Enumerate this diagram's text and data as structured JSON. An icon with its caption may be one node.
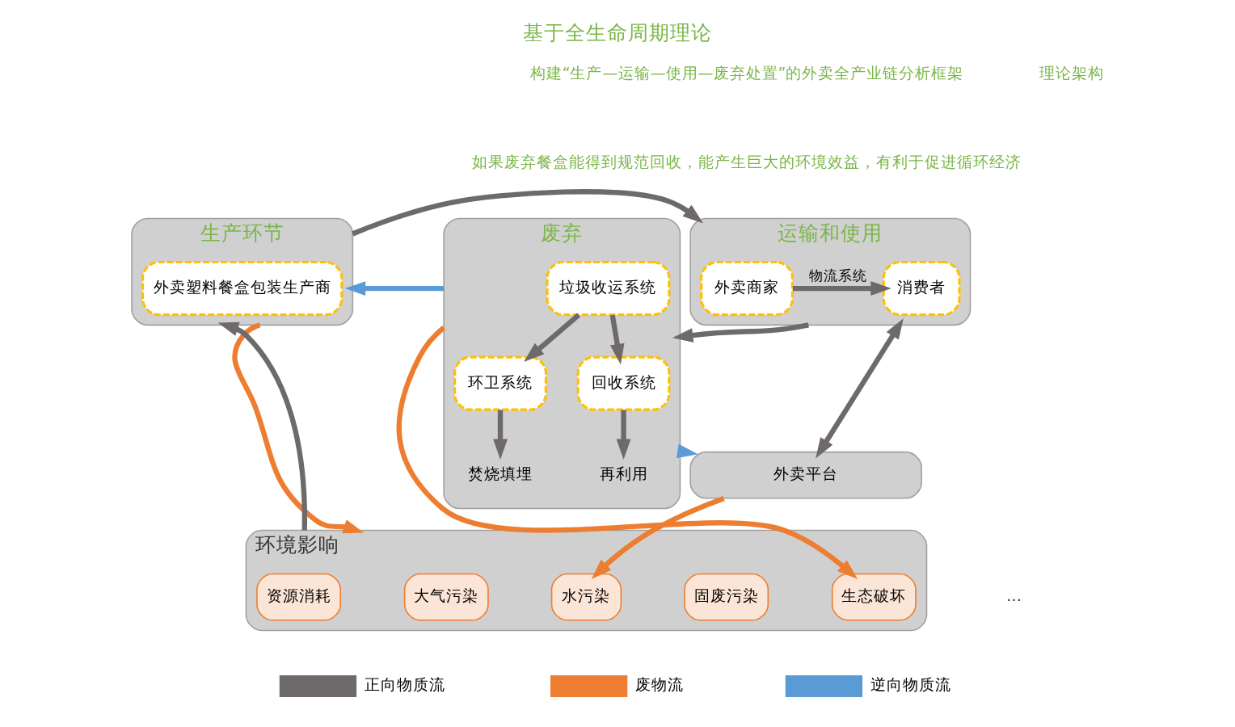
{
  "diagram": {
    "title": "基于全生命周期理论",
    "nodes": [
      {
        "text": [
          "生产环节"
        ]
      },
      {
        "text": [
          "外卖塑料餐盒包装生产商"
        ],
        "in": 0
      },
      {
        "text": [
          "运输和使用"
        ]
      },
      {
        "text": [
          "外卖商家"
        ],
        "in": 2
      },
      {
        "text": [
          "消费者"
        ],
        "in": 2
      },
      {
        "text": [
          "外卖平台"
        ]
      },
      {
        "text": [
          "废弃"
        ]
      },
      {
        "text": [
          "垃圾收运系统"
        ],
        "in": 6
      },
      {
        "text": [
          "环卫系统"
        ],
        "in": 6
      },
      {
        "text": [
          "回收系统"
        ],
        "in": 6
      },
      {
        "text": [
          "焚烧填埋"
        ],
        "in": 6
      },
      {
        "text": [
          "再利用"
        ],
        "in": 6
      },
      {
        "text": [
          "环境影响"
        ]
      },
      {
        "text": [
          "资源消耗"
        ],
        "in": 12
      },
      {
        "text": [
          "大气污染"
        ],
        "in": 12
      },
      {
        "text": [
          "水污染"
        ],
        "in": 12
      },
      {
        "text": [
          "固废污染"
        ],
        "in": 12
      },
      {
        "text": [
          "生态破坏"
        ],
        "in": 12
      }
    ],
    "edges": [
      {
        "from": 0,
        "to": 2,
        "arrow": "to"
      },
      {
        "from": 2,
        "to": 6,
        "arrow": "to"
      },
      {
        "from": 3,
        "to": 4,
        "arrow": "to",
        "label": "物流系统"
      },
      {
        "from": 5,
        "to": 2,
        "arrow": "both"
      },
      {
        "from": 7,
        "to": 8,
        "arrow": "to"
      },
      {
        "from": 7,
        "to": 9,
        "arrow": "to"
      },
      {
        "from": 8,
        "to": 10,
        "arrow": "to"
      },
      {
        "from": 9,
        "to": 11,
        "arrow": "to"
      },
      {
        "from": 0,
        "to": 12,
        "arrow": "to",
        "color": "#ed7d31"
      },
      {
        "from": 12,
        "to": 0,
        "arrow": "to"
      },
      {
        "from": 6,
        "to": 0,
        "arrow": "to",
        "color": "#5b9bd5"
      },
      {
        "from": 6,
        "to": 5,
        "arrow": "to",
        "color": "#5b9bd5"
      },
      {
        "from": 5,
        "to": 15,
        "arrow": "to",
        "color": "#ed7d31"
      },
      {
        "from": 6,
        "to": 17,
        "arrow": "to",
        "color": "#ed7d31"
      }
    ],
    "labels": [
      "理论架构",
      "构建“生产—运输—使用—废弃处置”的外卖全产业链分析框架",
      "如果废弃餐盒能得到规范回收，能产生巨大的环境效益，有利于促进循环经济",
      "…"
    ],
    "legend": [
      {
        "text": "正向物质流",
        "color": "#6d6a69"
      },
      {
        "text": "废物流",
        "color": "#ed7d31"
      },
      {
        "text": "逆向物质流",
        "color": "#5b9bd5"
      }
    ]
  }
}
